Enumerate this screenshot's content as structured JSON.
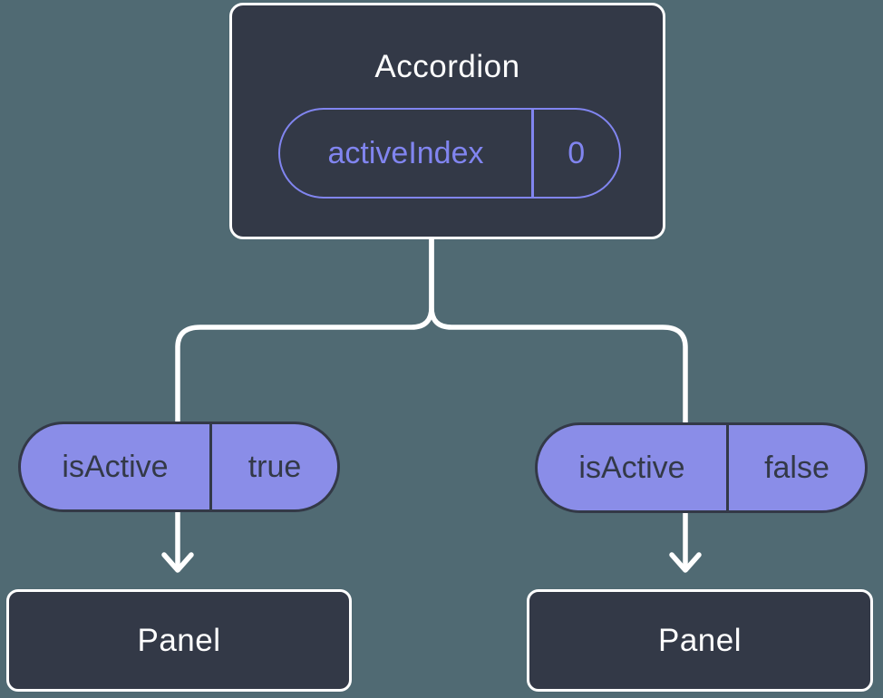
{
  "diagram": {
    "type": "component-tree",
    "colors": {
      "background": "#506a73",
      "node_fill": "#333947",
      "node_border": "#ffffff",
      "pill_fill": "#8a8de8",
      "pill_dark": "#333947",
      "accent_purple": "#8185f0",
      "connector": "#ffffff"
    }
  },
  "accordion": {
    "title": "Accordion",
    "state_pill": {
      "label": "activeIndex",
      "value": "0"
    }
  },
  "branches": [
    {
      "prop_pill": {
        "label": "isActive",
        "value": "true"
      },
      "panel": {
        "title": "Panel"
      }
    },
    {
      "prop_pill": {
        "label": "isActive",
        "value": "false"
      },
      "panel": {
        "title": "Panel"
      }
    }
  ]
}
